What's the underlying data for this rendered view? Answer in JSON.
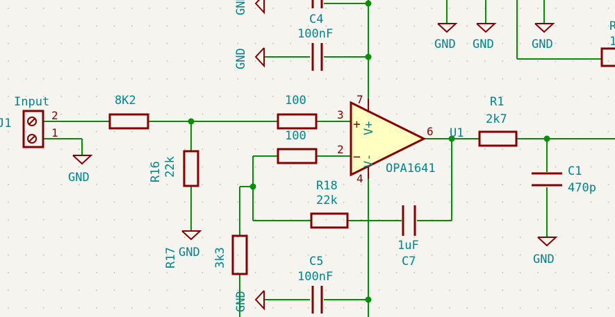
{
  "colors": {
    "background": "#f5f4ef",
    "wire": "#009000",
    "component": "#840000",
    "text": "#00848a",
    "opamp_fill": "#ffffc2"
  },
  "labels": {
    "input": "Input",
    "j1": "J1",
    "pin2": "2",
    "pin1": "1",
    "gnd": "GND",
    "r_in": "8K2",
    "r16_ref": "R16",
    "r16_val": "22k",
    "r17_ref": "R17",
    "r17_val": "3k3",
    "r_plus": "100",
    "r_minus": "100",
    "pin3": "3",
    "pin2b": "2",
    "pin7": "7",
    "pin4": "4",
    "pin6": "6",
    "opamp_ref": "U1",
    "opamp_val": "OPA1641",
    "vplus": "V+",
    "vminus": "V-",
    "plus_sign": "+",
    "minus_sign": "−",
    "r18_ref": "R18",
    "r18_val": "22k",
    "c7_ref": "C7",
    "c7_val": "1uF",
    "c4_ref": "C4",
    "c4_val": "100nF",
    "c5_ref": "C5",
    "c5_val": "100nF",
    "r1_ref": "R1",
    "r1_val": "2k7",
    "c1_ref": "C1",
    "c1_val": "470p",
    "edge_r_ref": "R",
    "edge_r_val": "1"
  }
}
